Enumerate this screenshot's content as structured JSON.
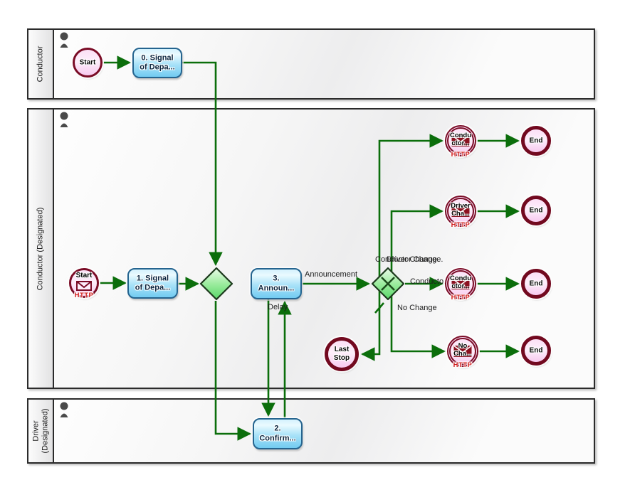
{
  "lanes": [
    {
      "name": "Conductor"
    },
    {
      "name": "Conductor (Designated)"
    },
    {
      "name": "Driver (Designated)"
    }
  ],
  "nodes": {
    "start_conductor": {
      "label": "Start"
    },
    "task_signal0": {
      "label": "0. Signal\nof Depa..."
    },
    "start_http": {
      "label": "Start",
      "badge": "HTTP"
    },
    "task_signal1": {
      "label": "1. Signal\nof Depa..."
    },
    "task_announce": {
      "label": "3.\nAnnoun..."
    },
    "task_confirm": {
      "label": "2.\nConfirm..."
    },
    "event_conductor_change": {
      "label": "Condu\nctor...",
      "badge": "HTTP"
    },
    "event_driver_change": {
      "label": "Driver\nCha...",
      "badge": "HTTP"
    },
    "event_conductor_change2": {
      "label": "Condu\nctor...",
      "badge": "HTTP"
    },
    "event_no_change": {
      "label": "No\nCha...",
      "badge": "HTTP"
    },
    "end_1": {
      "label": "End"
    },
    "end_2": {
      "label": "End"
    },
    "end_3": {
      "label": "End"
    },
    "end_4": {
      "label": "End"
    },
    "last_stop": {
      "label": "Last\nStop"
    }
  },
  "flow_labels": {
    "announcement": "Announcement",
    "delay": "Delay",
    "conductor_change": "Conductor Change.",
    "driver_change": "Driver Change.",
    "conductor": "Conducto...",
    "no_change": "No Change"
  },
  "colors": {
    "flow_green": "#0b6e0b",
    "event_maroon": "#7a0c26",
    "task_blue_border": "#25648f",
    "gateway_green": "#5fd96f",
    "badge_red": "#cf1717",
    "event_pink": "#f8d6f0"
  }
}
